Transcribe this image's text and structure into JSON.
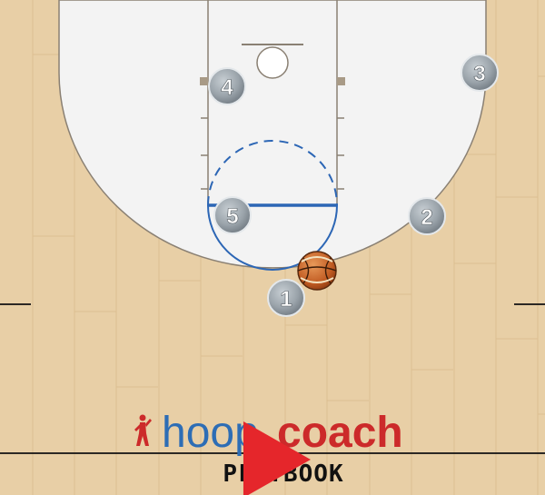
{
  "colors": {
    "floor": "#e8cfa6",
    "floor_grain": "#dcbf91",
    "paint": "#f3f3f3",
    "court_line": "#8a8073",
    "boundary_line": "#111111",
    "free_throw_circle": "#2c66b5",
    "token_fill": "#9ba4ab",
    "token_stroke": "#d9dee2",
    "token_text": "#ffffff",
    "ball": "#c8662a",
    "brand_red": "#cc2a2a",
    "brand_blue": "#2d6db5"
  },
  "players": [
    {
      "id": "4",
      "label": "4"
    },
    {
      "id": "3",
      "label": "3"
    },
    {
      "id": "5",
      "label": "5"
    },
    {
      "id": "2",
      "label": "2"
    },
    {
      "id": "1",
      "label": "1"
    }
  ],
  "ball": {
    "icon": "basketball-icon"
  },
  "brand": {
    "hoop": "hoop",
    "coach": "coach",
    "playbook": "PLAYBOOK",
    "logo_icon": "player-silhouette-icon",
    "play_icon": "play-button-icon"
  }
}
